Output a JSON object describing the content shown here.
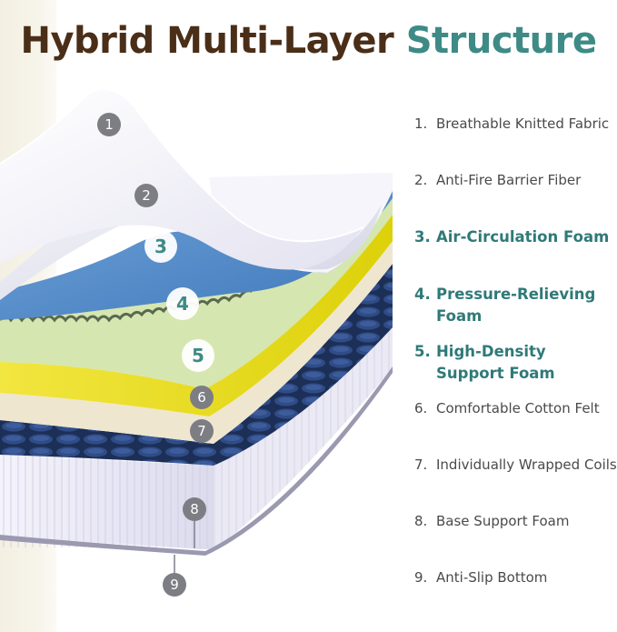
{
  "title": {
    "part1": "Hybrid Multi-Layer",
    "part2": "Structure"
  },
  "colors": {
    "brown": "#4a2e17",
    "teal": "#3e8a86",
    "blue_foam": "#4a86c8",
    "green_foam": "#d6e6b0",
    "yellow_foam": "#e7dc16",
    "felt": "#efe6cf",
    "coils": "#1e3560"
  },
  "layers": [
    {
      "num": "1.",
      "name": "Breathable Knitted Fabric",
      "badge": "1",
      "highlight": false
    },
    {
      "num": "2.",
      "name": "Anti-Fire Barrier Fiber",
      "badge": "2",
      "highlight": false
    },
    {
      "num": "3.",
      "name": "Air-Circulation Foam",
      "badge": "3",
      "highlight": true
    },
    {
      "num": "4.",
      "name": "Pressure-Relieving Foam",
      "badge": "4",
      "highlight": true
    },
    {
      "num": "5.",
      "name": "High-Density Support Foam",
      "badge": "5",
      "highlight": true
    },
    {
      "num": "6.",
      "name": "Comfortable Cotton Felt",
      "badge": "6",
      "highlight": false
    },
    {
      "num": "7.",
      "name": "Individually Wrapped Coils",
      "badge": "7",
      "highlight": false
    },
    {
      "num": "8.",
      "name": "Base Support Foam",
      "badge": "8",
      "highlight": false
    },
    {
      "num": "9.",
      "name": "Anti-Slip Bottom",
      "badge": "9",
      "highlight": false
    }
  ]
}
